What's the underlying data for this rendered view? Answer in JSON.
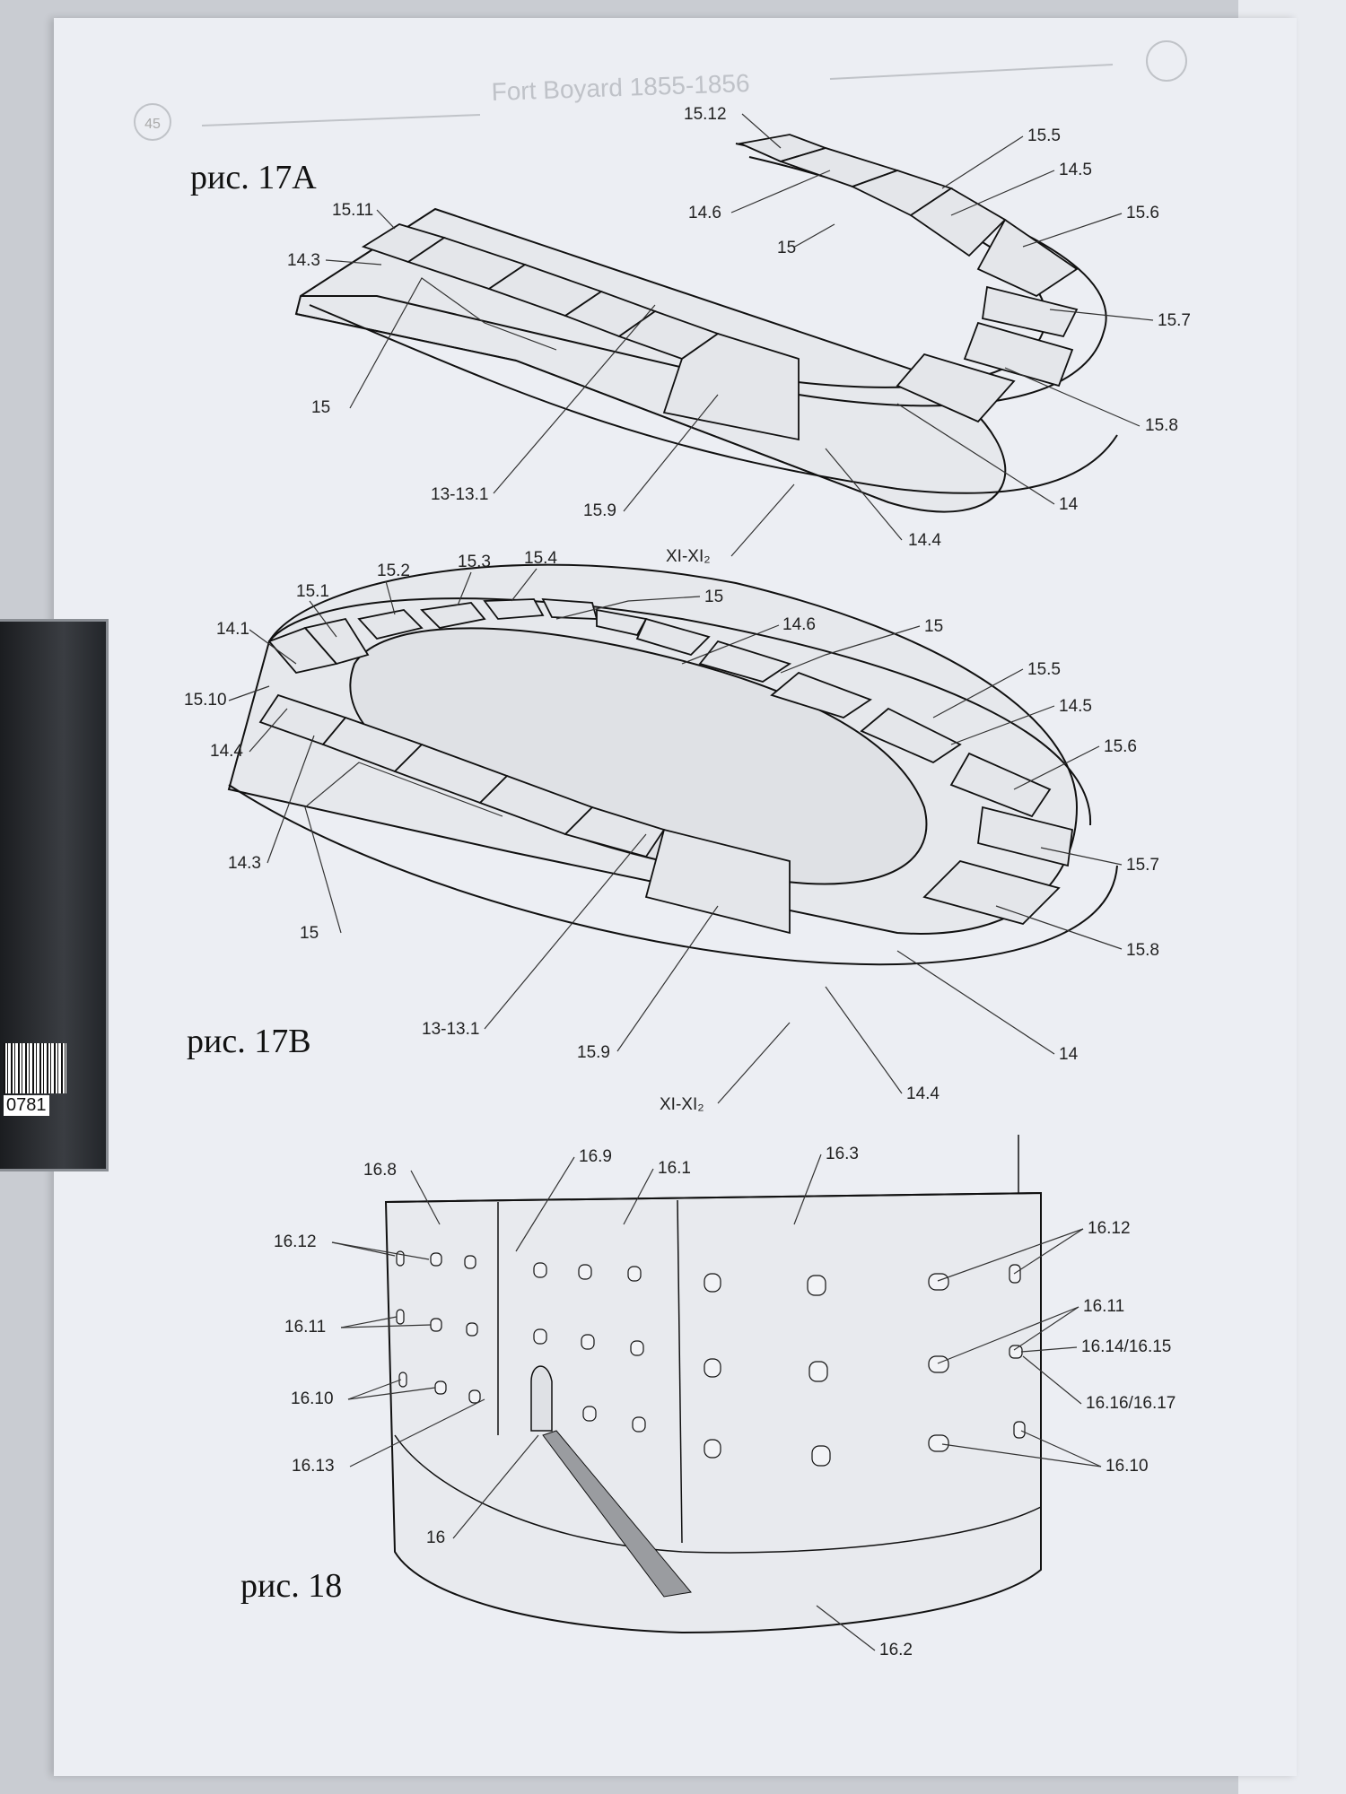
{
  "header": {
    "title": "Fort Boyard 1855-1856",
    "page_number": "45"
  },
  "figures": {
    "fig17a": {
      "caption": "рис. 17A",
      "labels": [
        "15.12",
        "15.5",
        "14.5",
        "15.6",
        "15.11",
        "14.6",
        "14.3",
        "15",
        "15.7",
        "15",
        "15.8",
        "13-13.1",
        "14",
        "15.9",
        "14.4",
        "XI-XI₂"
      ]
    },
    "fig17b": {
      "caption": "рис. 17B",
      "labels": [
        "15.2",
        "15.3",
        "15.4",
        "15.1",
        "15",
        "14.1",
        "14.6",
        "15",
        "15.5",
        "15.10",
        "14.5",
        "14.4",
        "15.6",
        "14.3",
        "15.7",
        "15",
        "15.8",
        "13-13.1",
        "14",
        "15.9",
        "14.4",
        "XI-XI₂"
      ]
    },
    "fig18": {
      "caption": "рис. 18",
      "labels": [
        "16.9",
        "16.1",
        "16.3",
        "16.8",
        "16.12",
        "16.12",
        "16.11",
        "16.11",
        "16.14/16.15",
        "16.10",
        "16.16/16.17",
        "16.13",
        "16.10",
        "16",
        "16.2"
      ]
    }
  },
  "side_case": {
    "code": "0781"
  }
}
